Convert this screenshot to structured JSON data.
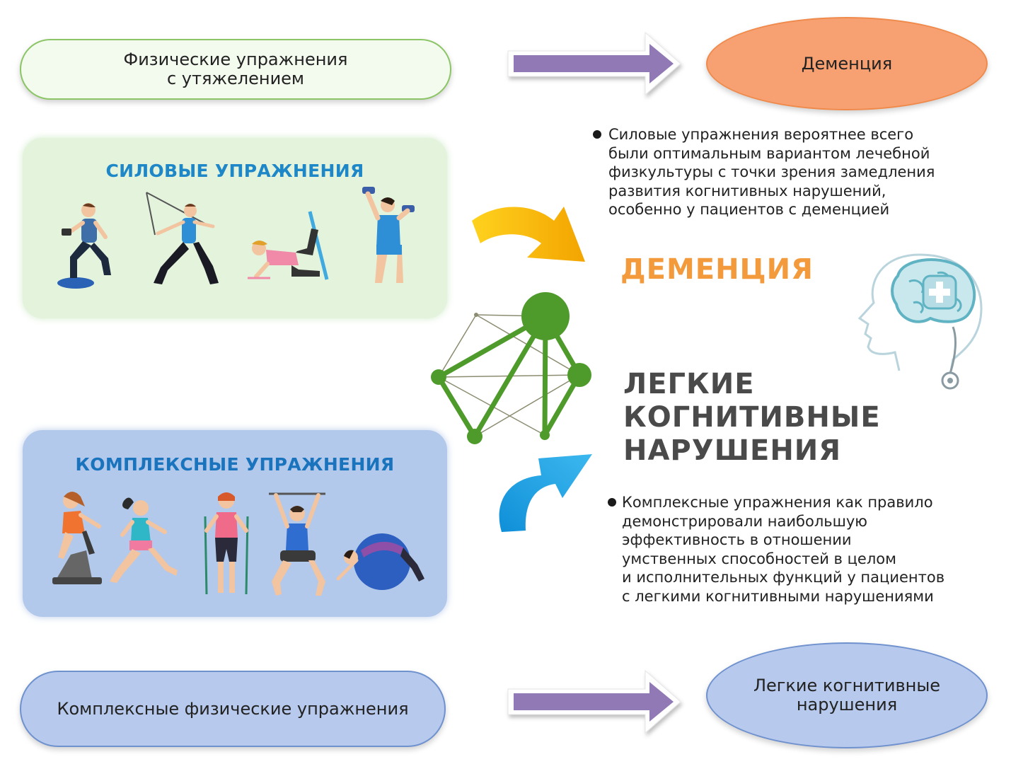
{
  "pills": {
    "top": [
      "Физические упражнения",
      "с утяжелением"
    ],
    "bottom": "Комплексные физические упражнения"
  },
  "ovals": {
    "dementia": "Деменция",
    "mci": [
      "Легкие когнитивные",
      "нарушения"
    ]
  },
  "panels": {
    "strength_title": "СИЛОВЫЕ УПРАЖНЕНИЯ",
    "complex_title": "КОМПЛЕКСНЫЕ УПРАЖНЕНИЯ"
  },
  "headings": {
    "dementia": "ДЕМЕНЦИЯ",
    "mci": [
      "ЛЕГКИЕ",
      "КОГНИТИВНЫЕ",
      "НАРУШЕНИЯ"
    ]
  },
  "notes": {
    "strength": [
      "Силовые упражнения вероятнее всего",
      "были оптимальным вариантом лечебной",
      "физкультуры с точки зрения замедления",
      "развития когнитивных нарушений,",
      "особенно у пациентов с деменцией"
    ],
    "complex": [
      "Комплексные упражнения как правило",
      "демонстрировали наибольшую",
      "эффективность в отношении",
      "умственных способностей в целом",
      "и исполнительных функций у пациентов",
      "с легкими когнитивными нарушениями"
    ]
  },
  "icons": {
    "strength_figures": [
      "person-lunge-dumbbell-icon",
      "person-cable-lunge-icon",
      "person-band-kickback-icon",
      "person-dumbbell-press-icon"
    ],
    "complex_figures": [
      "person-stationary-bike-icon",
      "person-running-icon",
      "person-walking-poles-icon",
      "person-pulldown-icon",
      "person-ball-stretch-icon"
    ],
    "network": "network-graph-icon",
    "head": "head-brain-icon",
    "arrows": [
      "right-arrow-icon",
      "yellow-curved-arrow-icon",
      "blue-curved-arrow-icon"
    ]
  },
  "colors": {
    "green_pill_border": "#8bc565",
    "blue_pill": "#b7c9ec",
    "orange_oval": "#f7a173",
    "arrow_purple": "#9179b6",
    "heading_orange": "#f39a3c",
    "heading_gray": "#4a4a4a",
    "title_blue": "#1e87c8",
    "network_green": "#4e9a2a",
    "curve_yellow": "#f5b800",
    "curve_blue": "#1a9ee0"
  }
}
